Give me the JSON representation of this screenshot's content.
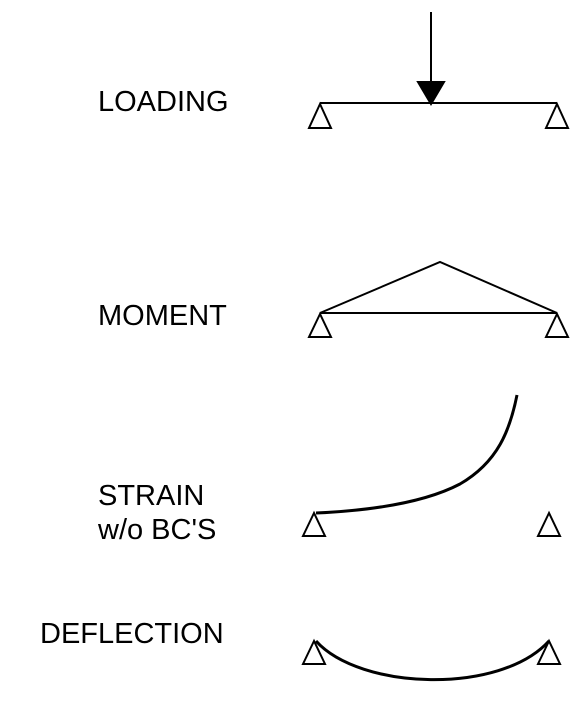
{
  "panels": {
    "loading": {
      "label": "LOADING"
    },
    "moment": {
      "label": "MOMENT"
    },
    "strain": {
      "label_line1": "STRAIN",
      "label_line2": "w/o BC'S"
    },
    "deflection": {
      "label": "DEFLECTION"
    }
  },
  "colors": {
    "ink": "#000000",
    "background": "#ffffff"
  }
}
